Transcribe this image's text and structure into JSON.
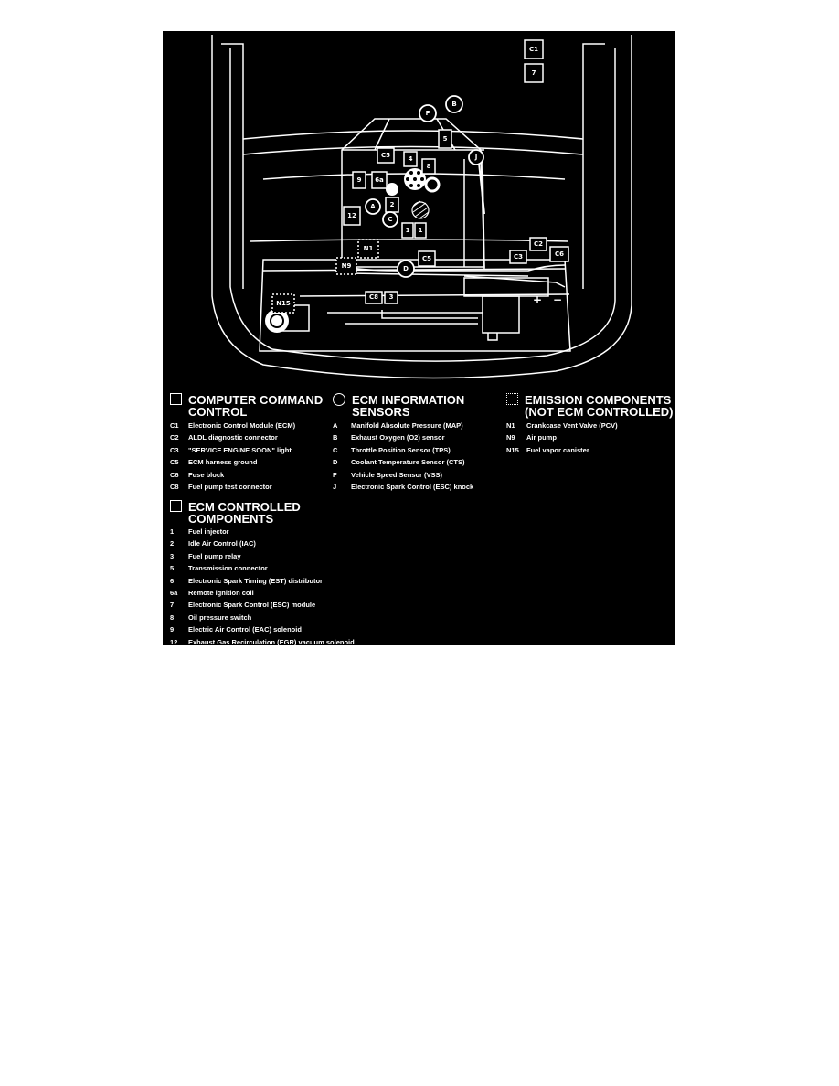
{
  "diagram": {
    "top_labels": {
      "c1": "C1",
      "n7": "7"
    },
    "callouts": {
      "B": "B",
      "F": "F",
      "J": "J",
      "A": "A",
      "C": "C",
      "D": "D",
      "5": "5",
      "C5a": "C5",
      "4": "4",
      "8": "8",
      "9": "9",
      "6a": "6a",
      "2": "2",
      "12": "12",
      "1a": "1",
      "1b": "1",
      "N1": "N1",
      "N9": "N9",
      "C5b": "C5",
      "C3": "C3",
      "C2": "C2",
      "C6": "C6",
      "N15": "N15",
      "C8": "C8",
      "3": "3",
      "plus": "+",
      "minus": "−"
    }
  },
  "legend": {
    "computer_command": {
      "title_line1": "COMPUTER COMMAND",
      "title_line2": "CONTROL",
      "items": [
        {
          "code": "C1",
          "desc": "Electronic Control Module (ECM)"
        },
        {
          "code": "C2",
          "desc": "ALDL diagnostic connector"
        },
        {
          "code": "C3",
          "desc": "\"SERVICE ENGINE SOON\" light"
        },
        {
          "code": "C5",
          "desc": "ECM harness ground"
        },
        {
          "code": "C6",
          "desc": "Fuse block"
        },
        {
          "code": "C8",
          "desc": "Fuel pump test connector"
        }
      ]
    },
    "ecm_sensors": {
      "title_line1": "ECM INFORMATION",
      "title_line2": "SENSORS",
      "items": [
        {
          "code": "A",
          "desc": "Manifold Absolute Pressure (MAP)"
        },
        {
          "code": "B",
          "desc": "Exhaust Oxygen (O2) sensor"
        },
        {
          "code": "C",
          "desc": "Throttle Position Sensor (TPS)"
        },
        {
          "code": "D",
          "desc": "Coolant Temperature Sensor (CTS)"
        },
        {
          "code": "F",
          "desc": "Vehicle Speed Sensor (VSS)"
        },
        {
          "code": "J",
          "desc": "Electronic Spark Control (ESC) knock"
        }
      ]
    },
    "emission": {
      "title_line1": "EMISSION COMPONENTS",
      "title_line2": "(NOT ECM CONTROLLED)",
      "items": [
        {
          "code": "N1",
          "desc": "Crankcase Vent Valve (PCV)"
        },
        {
          "code": "N9",
          "desc": "Air pump"
        },
        {
          "code": "N15",
          "desc": "Fuel vapor canister"
        }
      ]
    },
    "ecm_controlled": {
      "title_line1": "ECM CONTROLLED",
      "title_line2": "COMPONENTS",
      "items": [
        {
          "code": "1",
          "desc": "Fuel injector"
        },
        {
          "code": "2",
          "desc": "Idle Air Control (IAC)"
        },
        {
          "code": "3",
          "desc": "Fuel pump relay"
        },
        {
          "code": "5",
          "desc": "Transmission connector"
        },
        {
          "code": "6",
          "desc": "Electronic Spark Timing (EST) distributor"
        },
        {
          "code": "6a",
          "desc": "Remote ignition coil"
        },
        {
          "code": "7",
          "desc": "Electronic Spark Control (ESC) module"
        },
        {
          "code": "8",
          "desc": "Oil pressure switch"
        },
        {
          "code": "9",
          "desc": "Electric Air Control (EAC) solenoid"
        },
        {
          "code": "12",
          "desc": "Exhaust Gas Recirculation (EGR) vacuum solenoid"
        }
      ]
    }
  }
}
